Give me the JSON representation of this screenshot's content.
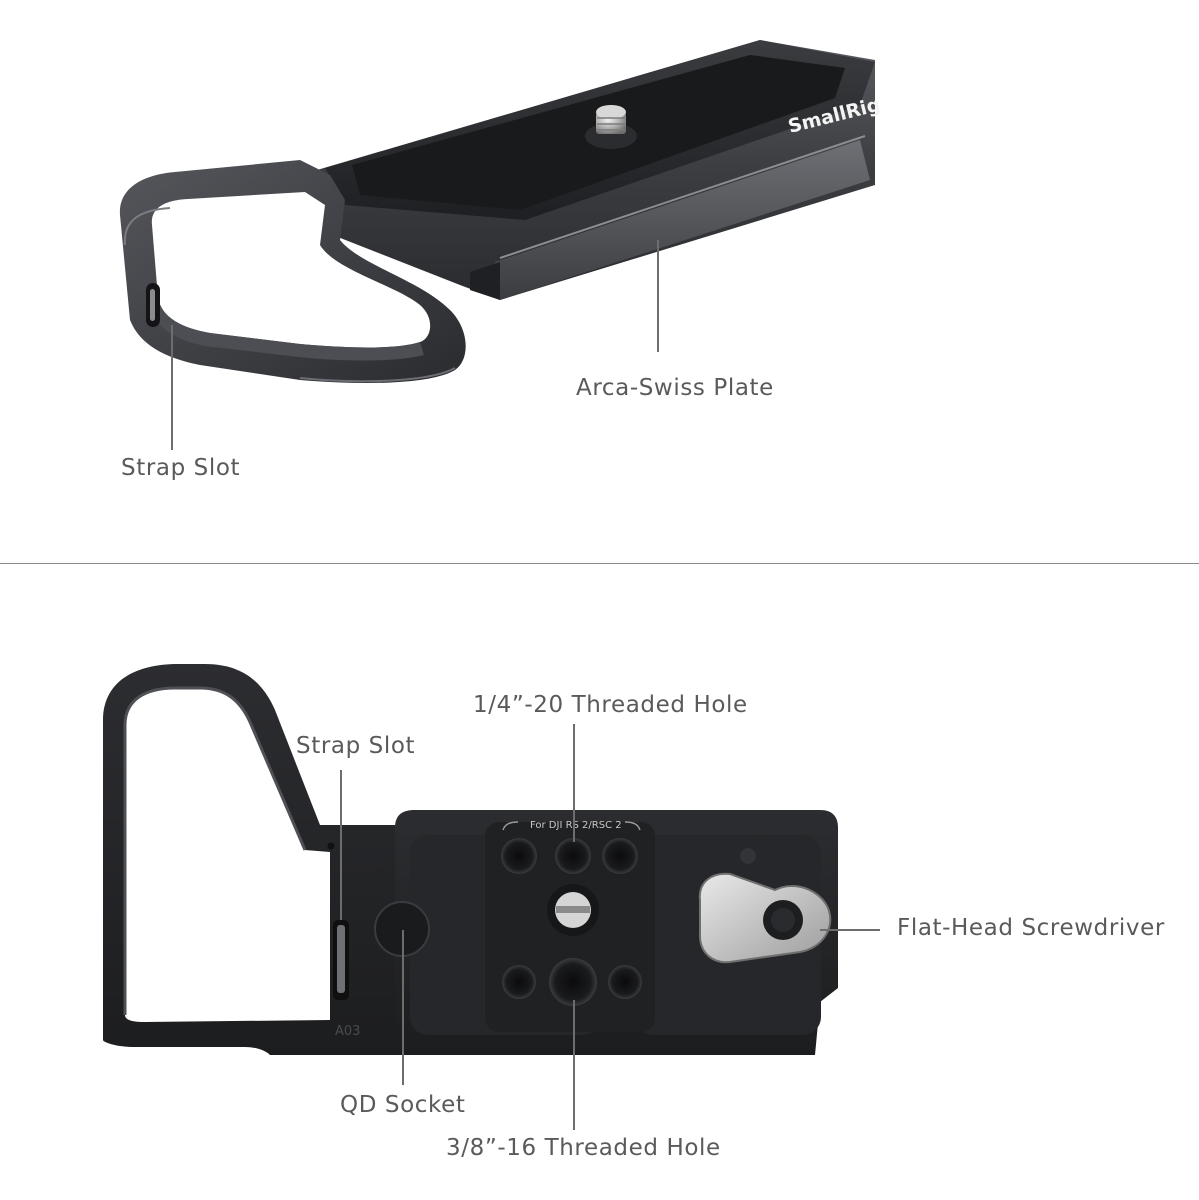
{
  "top_view": {
    "brand_logo": "SmallRig",
    "callouts": {
      "strap_slot": "Strap Slot",
      "arca_swiss_plate": "Arca-Swiss Plate"
    }
  },
  "bottom_view": {
    "engraving_gimbal": "For DJI RS 2/RSC 2",
    "engraving_model": "A03",
    "callouts": {
      "threaded_hole_quarter": "1/4”-20 Threaded Hole",
      "strap_slot": "Strap Slot",
      "flat_head_screwdriver": "Flat-Head Screwdriver",
      "qd_socket": "QD Socket",
      "threaded_hole_three_eighths": "3/8”-16 Threaded Hole"
    }
  }
}
